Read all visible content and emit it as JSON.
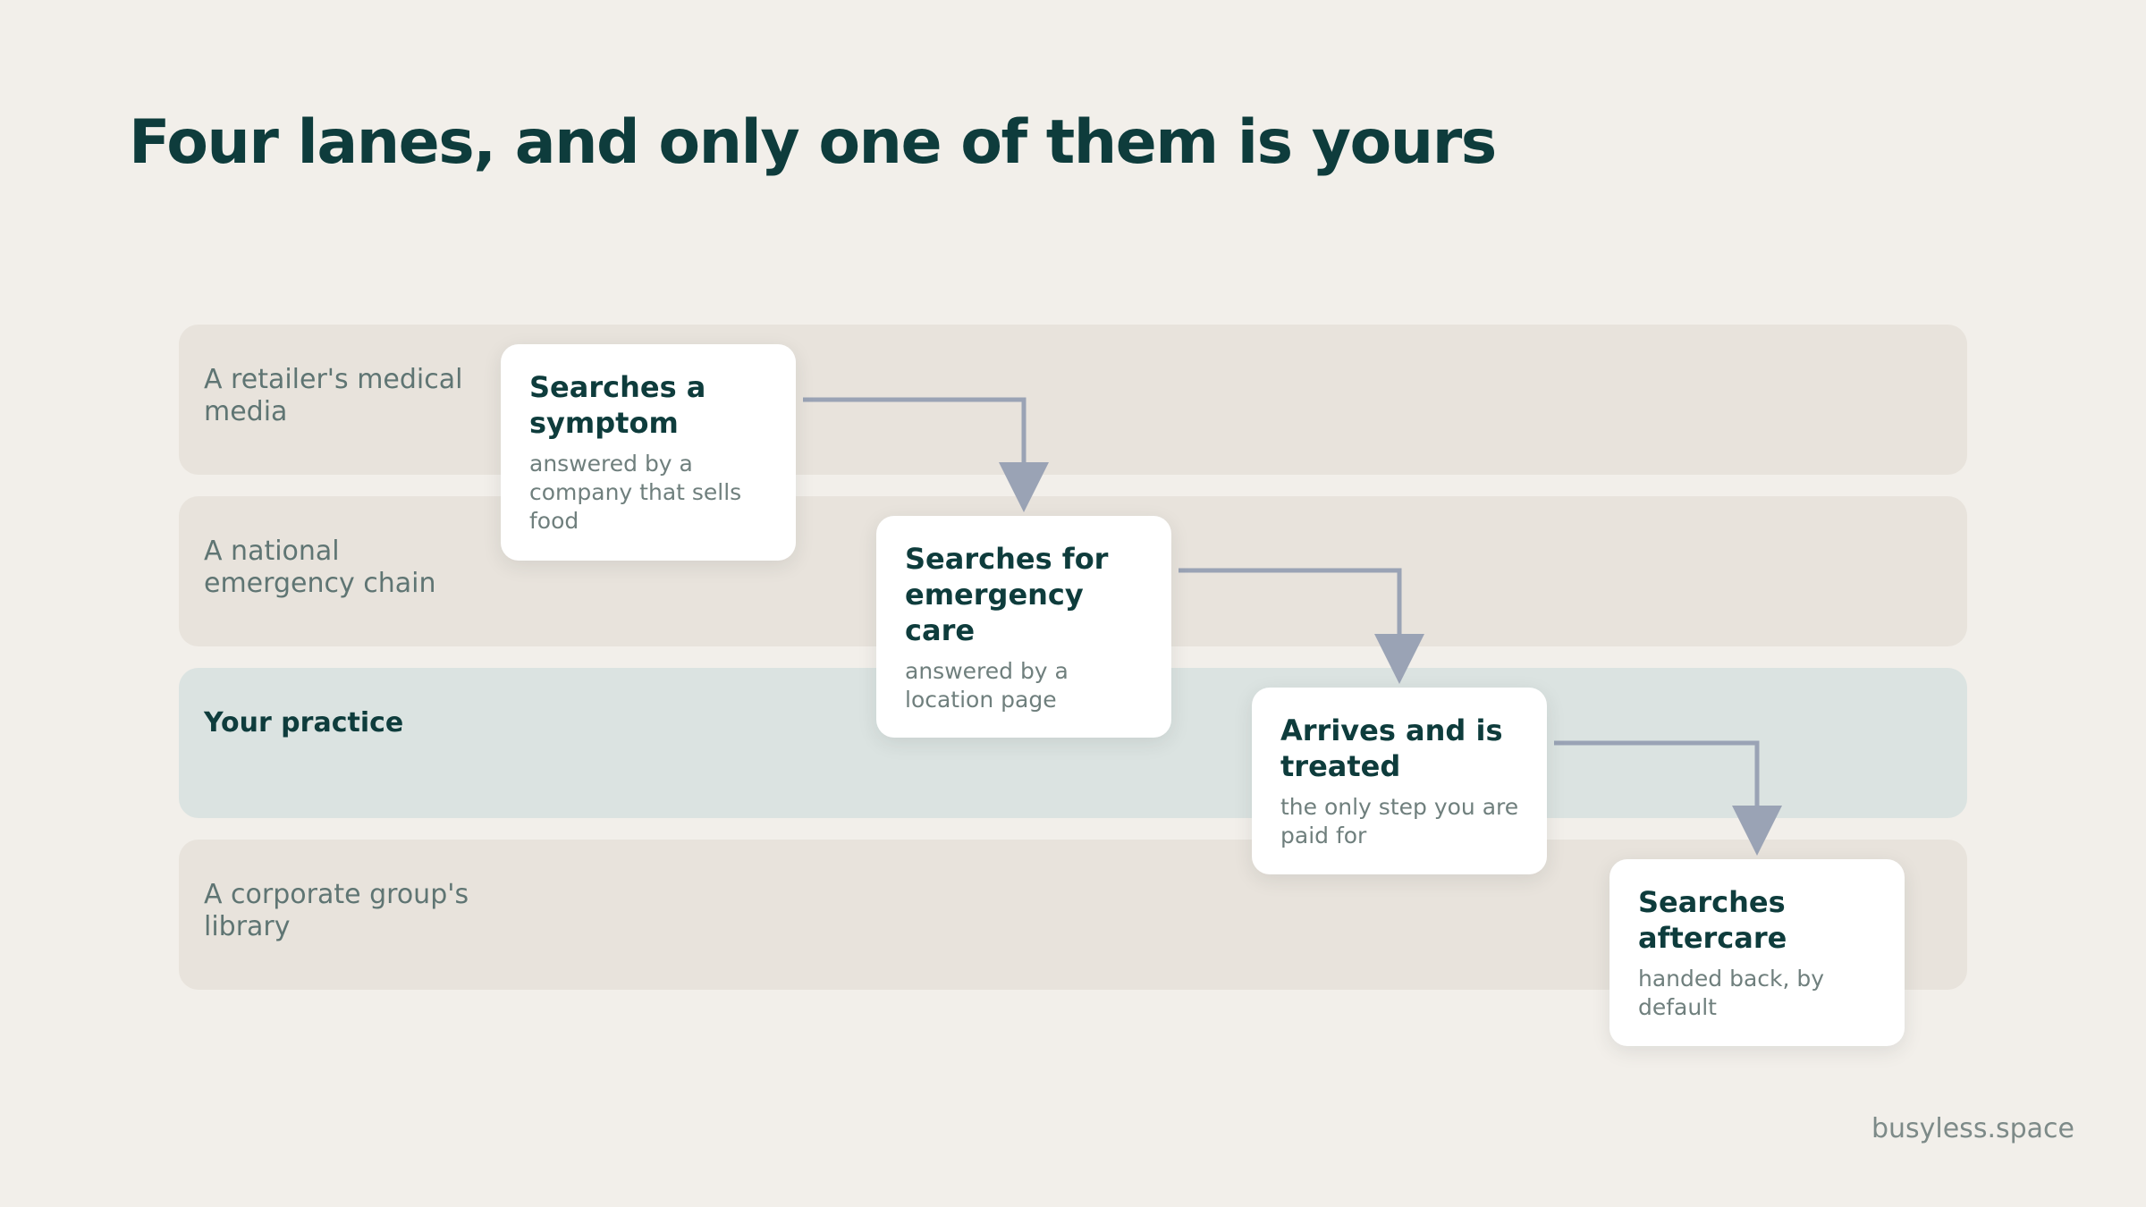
{
  "title": "Four lanes, and only one of them is yours",
  "lanes": [
    {
      "label": "A retailer's medical media"
    },
    {
      "label": "A national emergency chain"
    },
    {
      "label": "Your practice"
    },
    {
      "label": "A corporate group's library"
    }
  ],
  "steps": [
    {
      "title": "Searches a symptom",
      "subtitle": "answered by a company that sells food"
    },
    {
      "title": "Searches for emergency care",
      "subtitle": "answered by a location page"
    },
    {
      "title": "Arrives and is treated",
      "subtitle": "the only step you are paid for"
    },
    {
      "title": "Searches aftercare",
      "subtitle": "handed back, by default"
    }
  ],
  "footer": "busyless.space",
  "colors": {
    "background": "#f2efea",
    "lane": "#e8e3dc",
    "your_lane": "#dbe3e1",
    "heading": "#0e3c3c",
    "connector": "#9aa3b5"
  }
}
